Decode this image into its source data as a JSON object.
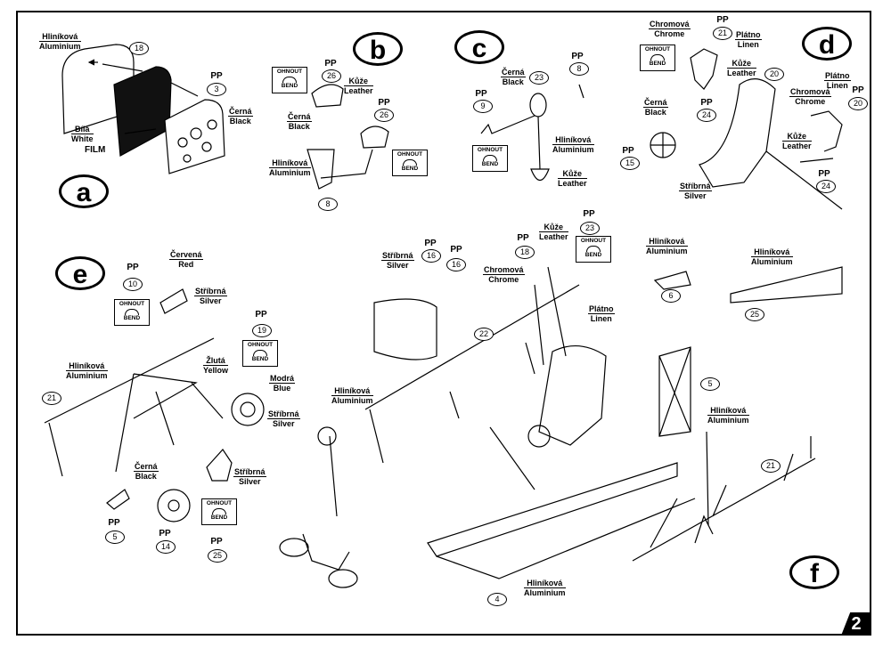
{
  "page_number": "2",
  "steps": {
    "a": "a",
    "b": "b",
    "c": "c",
    "d": "d",
    "e": "e",
    "f": "f"
  },
  "bend": {
    "cz": "OHNOUT",
    "en": "BEND"
  },
  "film": "FILM",
  "pp": "PP",
  "labels": {
    "alu_18": {
      "cz": "Hliníková",
      "en": "Aluminium"
    },
    "black_3": {
      "cz": "Černá",
      "en": "Black"
    },
    "white_a": {
      "cz": "Bílá",
      "en": "White"
    },
    "leather_b": {
      "cz": "Kůže",
      "en": "Leather"
    },
    "black_b": {
      "cz": "Černá",
      "en": "Black"
    },
    "alu_b": {
      "cz": "Hliníková",
      "en": "Aluminium"
    },
    "black_c": {
      "cz": "Černá",
      "en": "Black"
    },
    "alu_c": {
      "cz": "Hliníková",
      "en": "Aluminium"
    },
    "leather_c": {
      "cz": "Kůže",
      "en": "Leather"
    },
    "chrome_d": {
      "cz": "Chromová",
      "en": "Chrome"
    },
    "linen_d1": {
      "cz": "Plátno",
      "en": "Linen"
    },
    "leather_d1": {
      "cz": "Kůže",
      "en": "Leather"
    },
    "black_d": {
      "cz": "Černá",
      "en": "Black"
    },
    "silver_d": {
      "cz": "Stříbrná",
      "en": "Silver"
    },
    "linen_d2": {
      "cz": "Plátno",
      "en": "Linen"
    },
    "chrome_d2": {
      "cz": "Chromová",
      "en": "Chrome"
    },
    "leather_d2": {
      "cz": "Kůže",
      "en": "Leather"
    },
    "red_e": {
      "cz": "Červená",
      "en": "Red"
    },
    "silver_e1": {
      "cz": "Stříbrná",
      "en": "Silver"
    },
    "yellow_e": {
      "cz": "Žlutá",
      "en": "Yellow"
    },
    "blue_e": {
      "cz": "Modrá",
      "en": "Blue"
    },
    "alu_e": {
      "cz": "Hliníková",
      "en": "Aluminium"
    },
    "silver_e2": {
      "cz": "Stříbrná",
      "en": "Silver"
    },
    "black_e": {
      "cz": "Černá",
      "en": "Black"
    },
    "silver_e3": {
      "cz": "Stříbrná",
      "en": "Silver"
    },
    "silver_f": {
      "cz": "Stříbrná",
      "en": "Silver"
    },
    "chrome_f": {
      "cz": "Chromová",
      "en": "Chrome"
    },
    "leather_f": {
      "cz": "Kůže",
      "en": "Leather"
    },
    "linen_f": {
      "cz": "Plátno",
      "en": "Linen"
    },
    "alu_f1": {
      "cz": "Hliníková",
      "en": "Aluminium"
    },
    "alu_f2": {
      "cz": "Hliníková",
      "en": "Aluminium"
    },
    "alu_f3": {
      "cz": "Hliníková",
      "en": "Aluminium"
    },
    "alu_f4": {
      "cz": "Hliníková",
      "en": "Aluminium"
    },
    "alu_f5": {
      "cz": "Hliníková",
      "en": "Aluminium"
    }
  },
  "parts": {
    "p18": "18",
    "p3": "3",
    "p26a": "26",
    "p26b": "26",
    "p8b": "8",
    "p8c": "8",
    "p23c": "23",
    "p9": "9",
    "p21d": "21",
    "p20d": "20",
    "p24d": "24",
    "p15": "15",
    "p20b": "20",
    "p24b": "24",
    "p10": "10",
    "p19": "19",
    "p21e": "21",
    "p5": "5",
    "p14": "14",
    "p25e": "25",
    "p16a": "16",
    "p16b": "16",
    "p18f": "18",
    "p23f": "23",
    "p22": "22",
    "p6": "6",
    "p25f": "25",
    "p5f": "5",
    "p21f": "21",
    "p4": "4"
  }
}
